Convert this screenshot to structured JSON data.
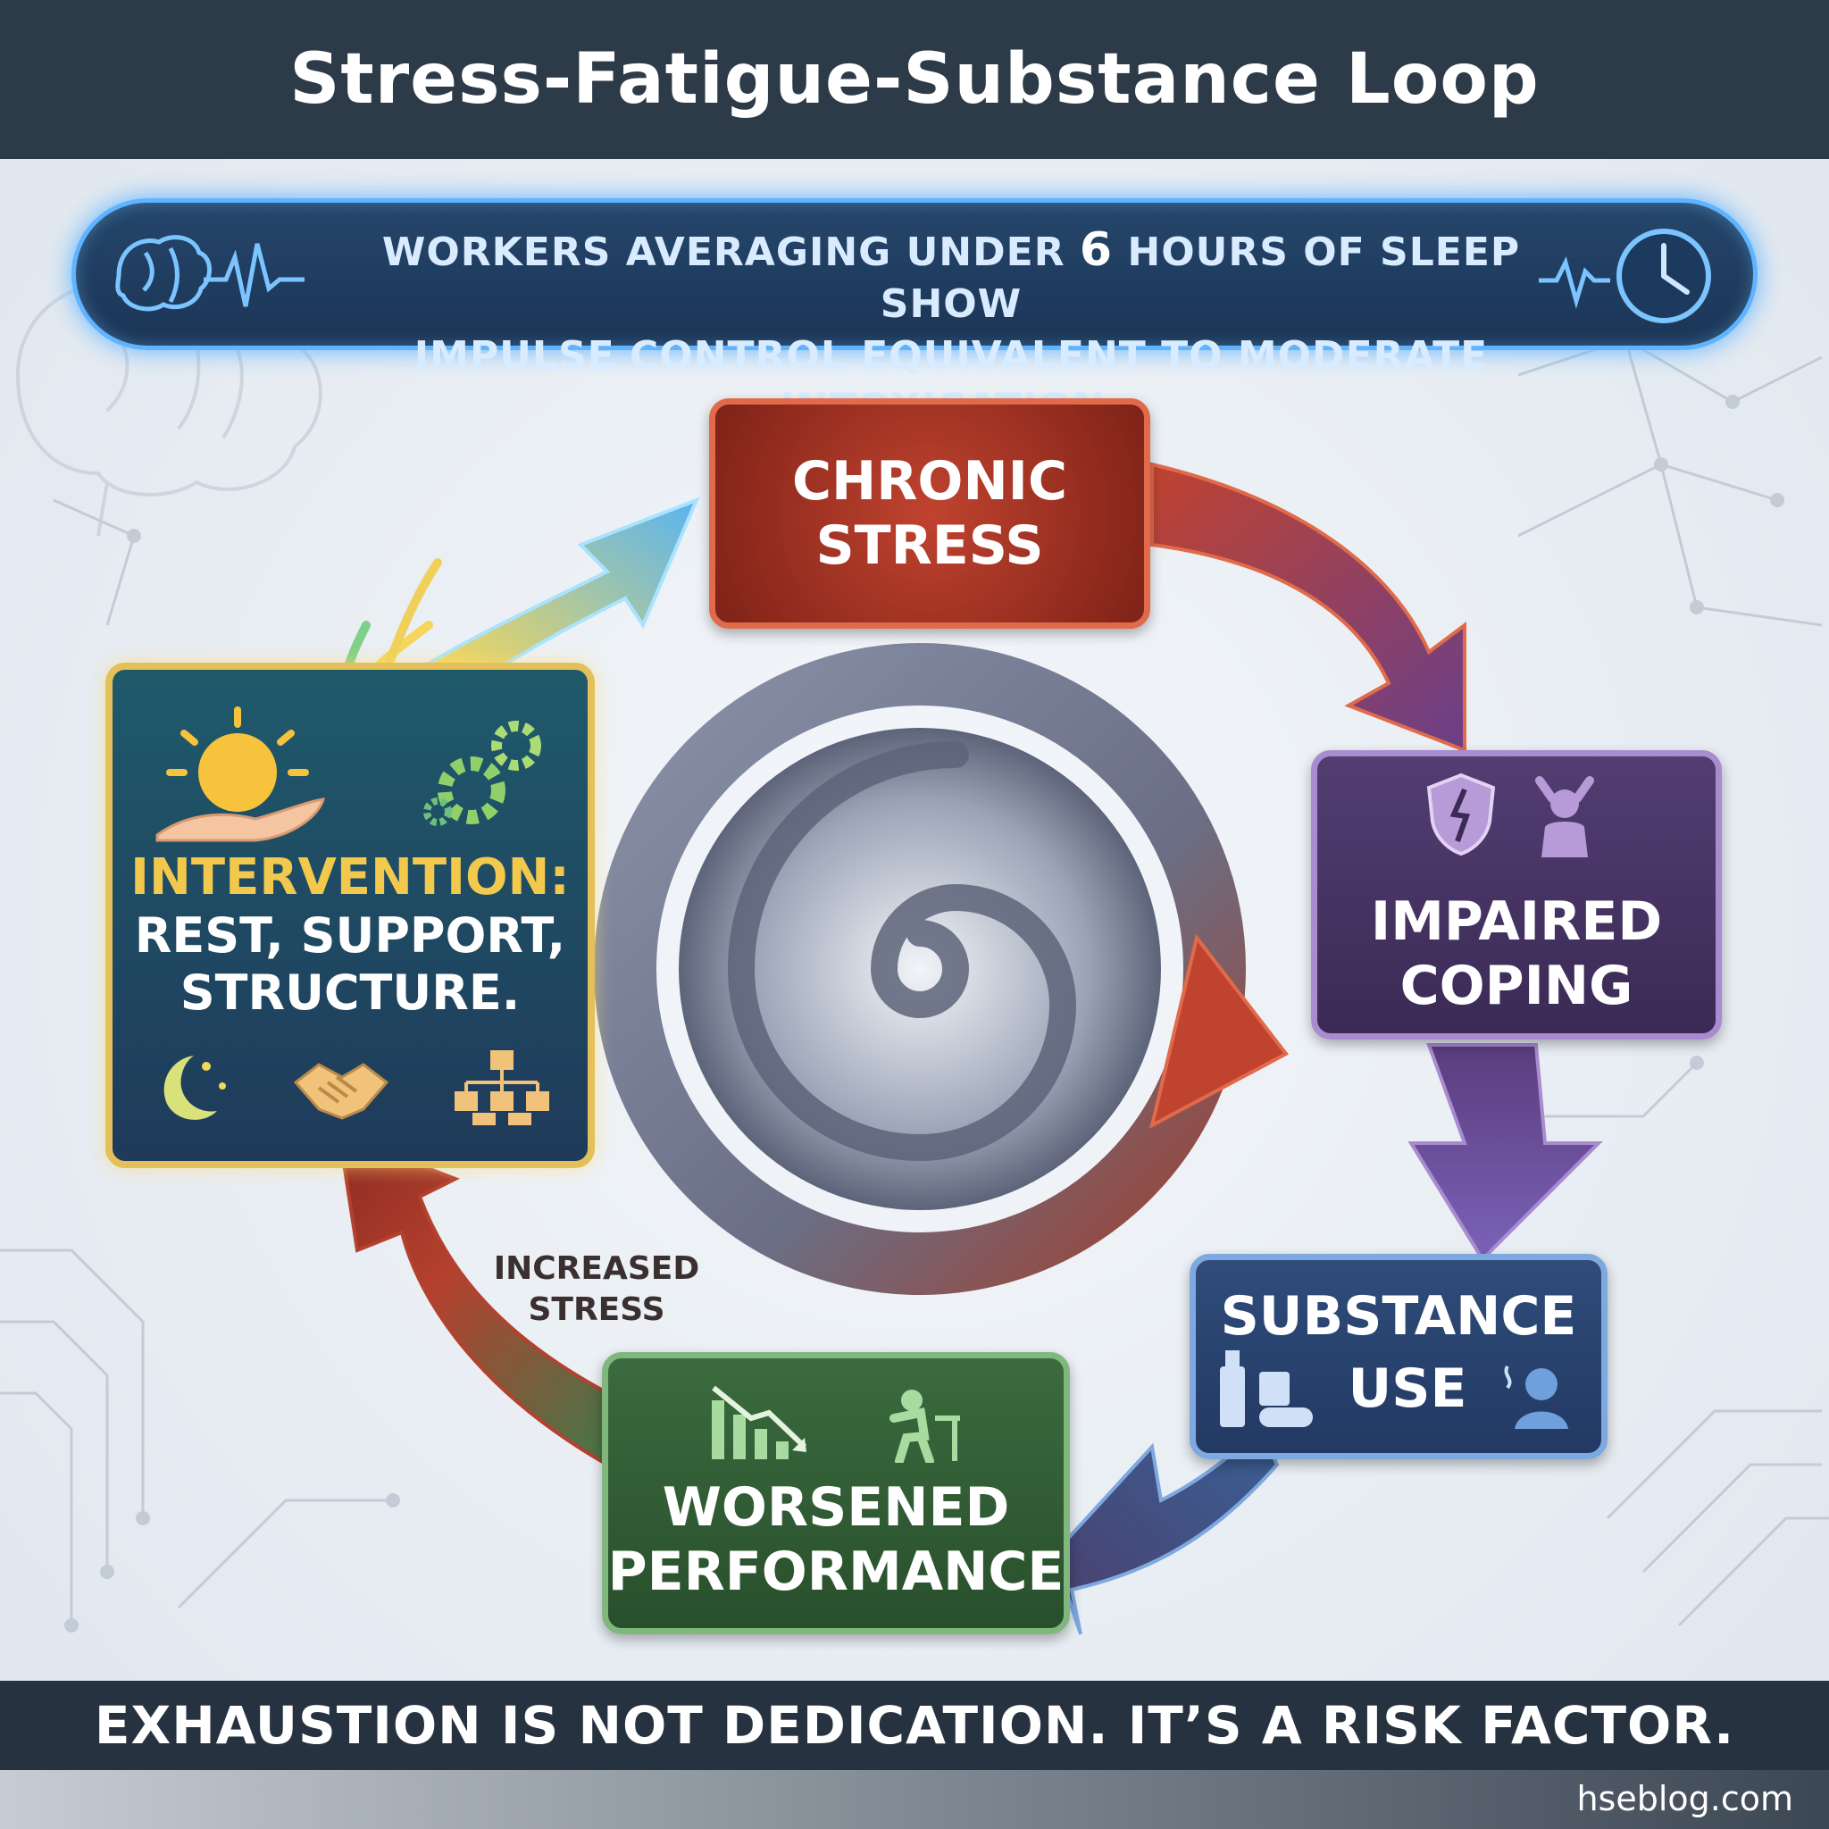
{
  "title": "Stress-Fatigue-Substance Loop",
  "banner": {
    "line1_a": "WORKERS AVERAGING UNDER ",
    "line1_num": "6",
    "line1_b": " HOURS OF SLEEP SHOW",
    "line2": "IMPULSE CONTROL EQUIVALENT TO MODERATE INTOXICATION."
  },
  "nodes": {
    "chronic_stress": {
      "line1": "CHRONIC",
      "line2": "STRESS"
    },
    "impaired_coping": {
      "line1": "IMPAIRED",
      "line2": "COPING"
    },
    "substance_use": {
      "line1": "SUBSTANCE",
      "line2": "USE"
    },
    "worsened_performance": {
      "line1": "WORSENED",
      "line2": "PERFORMANCE"
    },
    "intervention": {
      "title": "INTERVENTION:",
      "line1": "REST, SUPPORT,",
      "line2": "STRUCTURE."
    }
  },
  "edge_label": {
    "line1": "INCREASED",
    "line2": "STRESS"
  },
  "footer": "EXHAUSTION IS NOT DEDICATION. IT’S A RISK FACTOR.",
  "brand": "hseblog.com",
  "colors": {
    "stress": "#b53a28",
    "coping": "#4a3768",
    "substance": "#2a4573",
    "performance": "#356139",
    "intervention_border": "#e3c05a",
    "banner_glow": "#5fb3ff"
  },
  "icons": [
    "brain-icon",
    "heartbeat-icon",
    "clock-icon",
    "shield-broken-icon",
    "distressed-person-icon",
    "bottle-icon",
    "pills-icon",
    "sad-person-icon",
    "declining-chart-icon",
    "tired-worker-icon",
    "sun-icon",
    "hand-icon",
    "gears-icon",
    "moon-stars-icon",
    "handshake-icon",
    "org-structure-icon",
    "spiral-icon"
  ]
}
